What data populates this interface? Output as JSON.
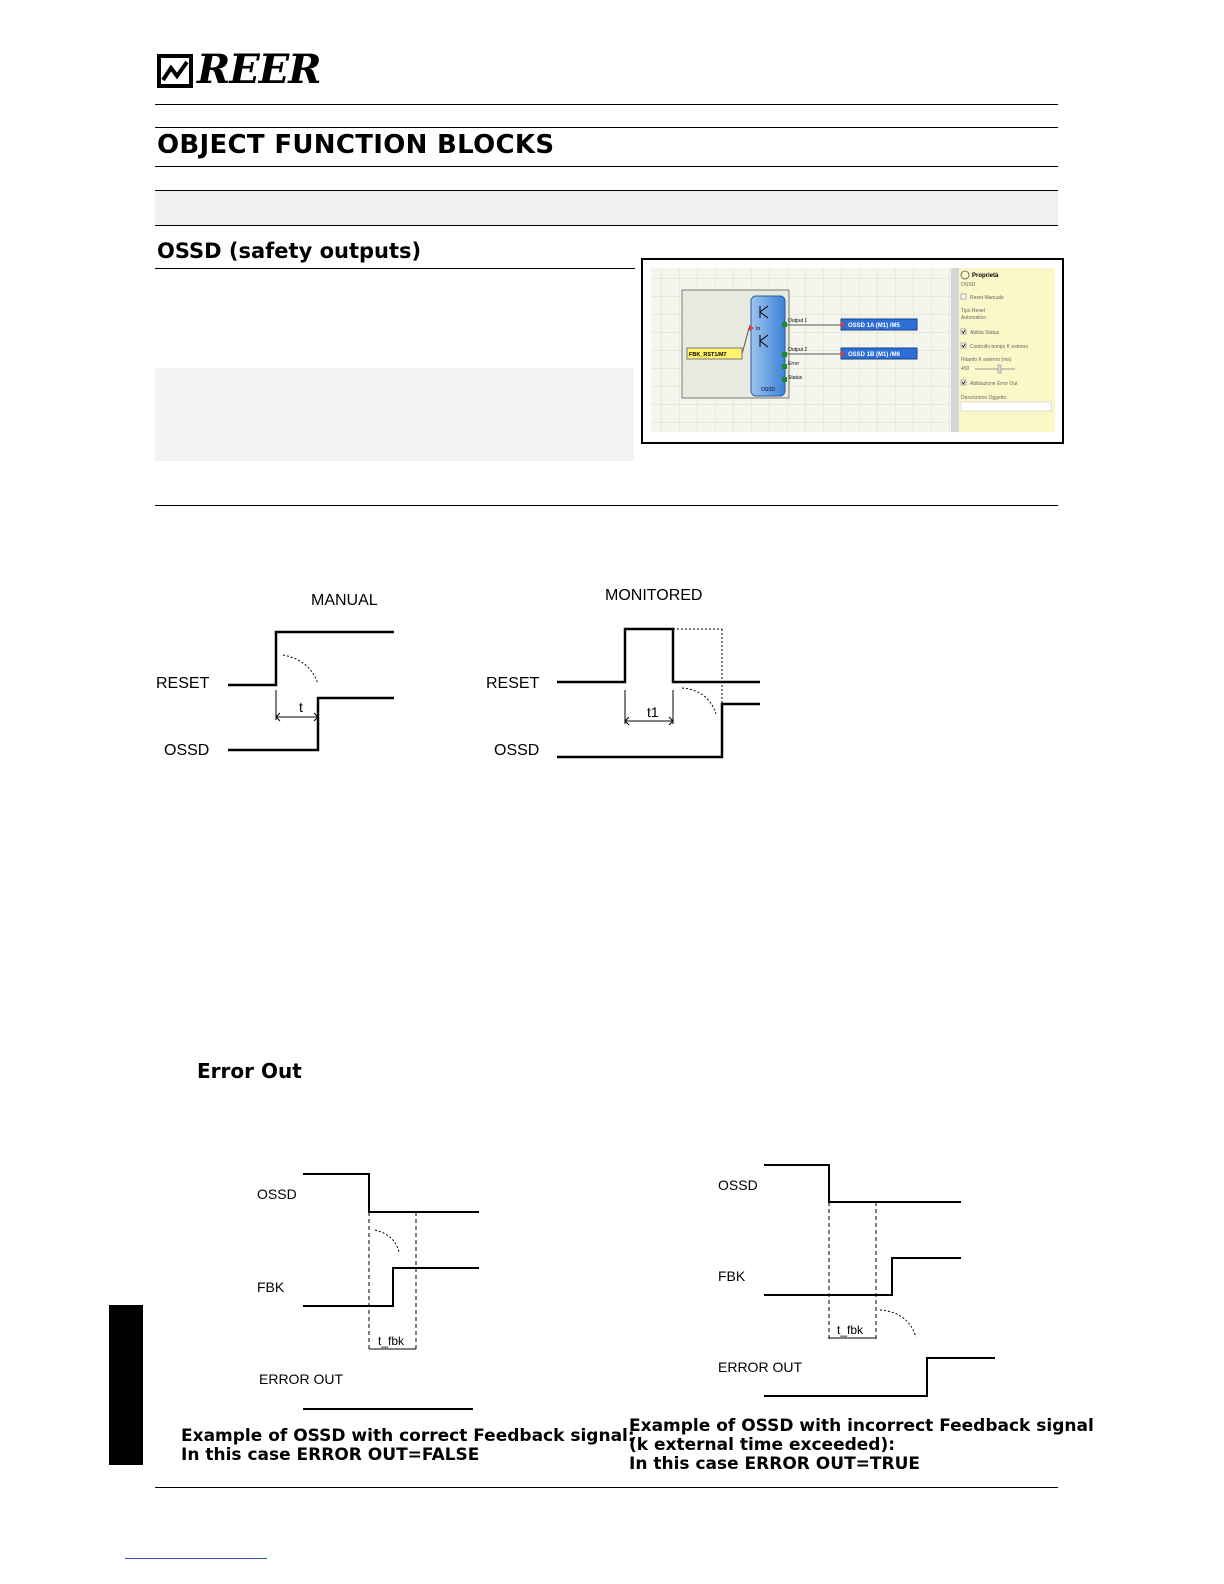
{
  "header": {
    "logo_text": "REER",
    "section_title": "OBJECT FUNCTION BLOCKS"
  },
  "ossd": {
    "subtitle": "OSSD (safety outputs)"
  },
  "screenshot": {
    "block_name": "OSSD",
    "input_label": "In",
    "output1_label": "Output 1",
    "output2_label": "Output 2",
    "error_label": "Error",
    "status_label": "Status",
    "fbk_tag": "FBK_RST1/M7",
    "out1_tag": "OSSD 1A (M1) /M5",
    "out2_tag": "OSSD 1B (M1) /M6",
    "props_title": "Proprietà",
    "props_sub": "OSSD",
    "reset_manual": "Reset Manuale",
    "reset_type": "Tipo Reset",
    "reset_auto": "Automatico",
    "enable_status": "Abilita Status",
    "k_control": "Controllo tempo K esterno",
    "k_delay": "Ritardo K esterno (ms)",
    "k_value": "450",
    "error_out_enable": "Abilitazione Error Out",
    "object_desc": "Descrizione Oggetto"
  },
  "timing": {
    "manual_title": "MANUAL",
    "monitored_title": "MONITORED",
    "reset_label": "RESET",
    "ossd_label": "OSSD",
    "t_label": "t",
    "t1_label": "t1"
  },
  "error_out": {
    "title": "Error Out",
    "ossd_label": "OSSD",
    "fbk_label": "FBK",
    "tfbk_label": "t_fbk",
    "error_out_label": "ERROR OUT",
    "caption_left_1": "Example of OSSD with correct Feedback signal:",
    "caption_left_2": "In this case ERROR OUT=FALSE",
    "caption_right_1": "Example of OSSD with incorrect Feedback signal",
    "caption_right_2": "(k external time exceeded):",
    "caption_right_3": "In this case ERROR OUT=TRUE"
  }
}
